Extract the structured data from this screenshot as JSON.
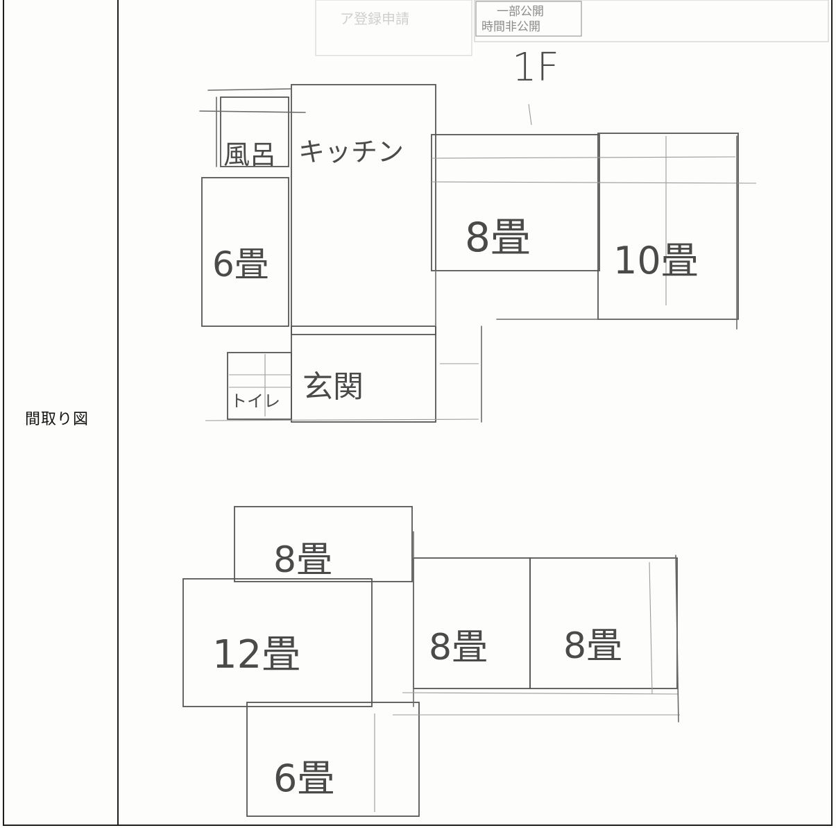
{
  "section_label": "間取り図",
  "floor_label": "1F",
  "header_stamp": {
    "line1": "一部公開",
    "line2": "時間非公開"
  },
  "ghost_heading": "ア登録申請",
  "rooms_1f": {
    "bath": "風呂",
    "kitchen": "キッチン",
    "west_room": "6畳",
    "center_room": "8畳",
    "east_room": "10畳",
    "toilet": "トイレ",
    "entrance": "玄関"
  },
  "rooms_2f": {
    "north_room": "8畳",
    "west_room": "12畳",
    "center_room": "8畳",
    "east_room": "8畳",
    "south_room": "6畳"
  }
}
